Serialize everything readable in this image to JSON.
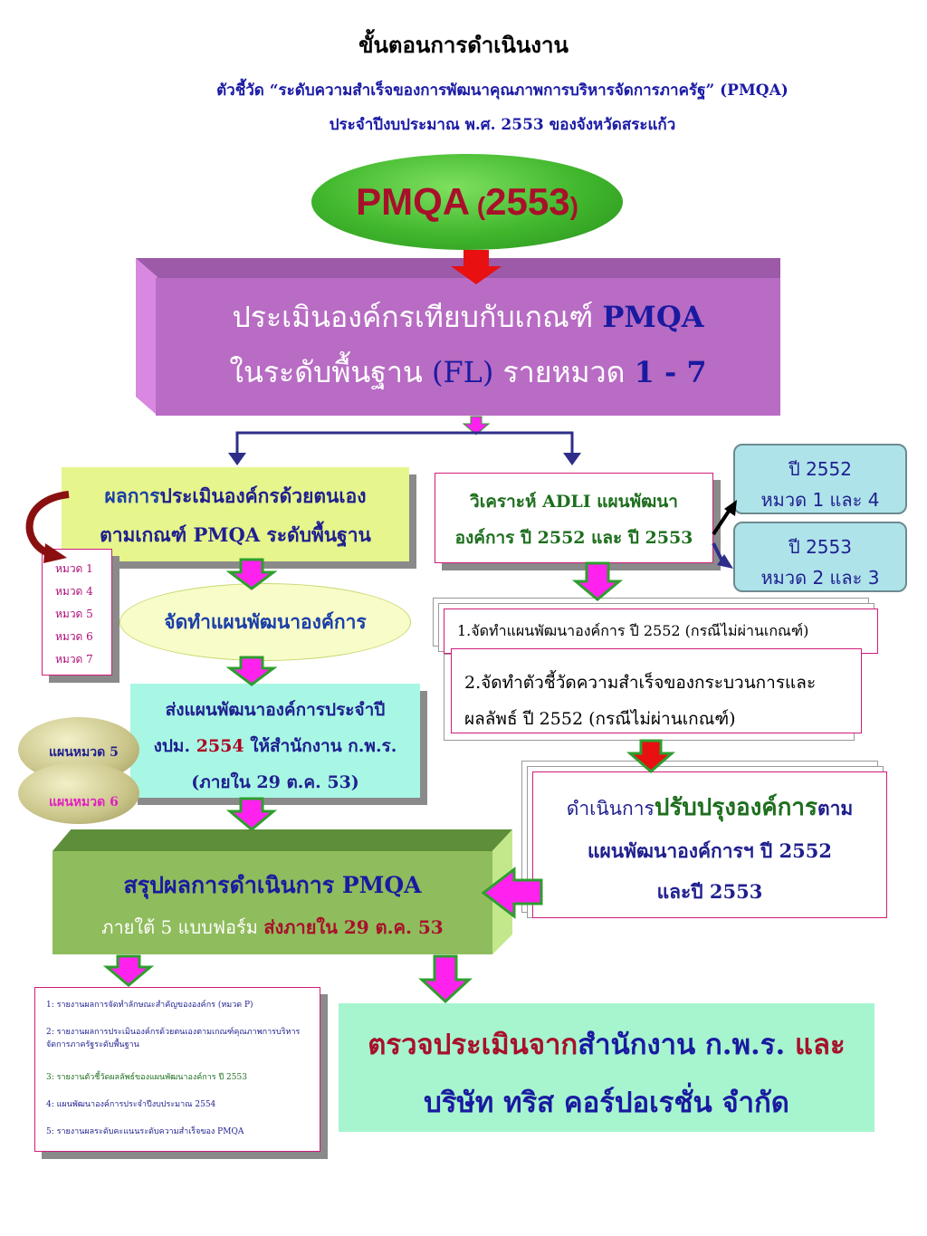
{
  "header": {
    "title": "ขั้นตอนการดำเนินงาน",
    "subtitle1": "ตัวชี้วัด “ระดับความสำเร็จของการพัฒนาคุณภาพการบริหารจัดการภาครัฐ” (PMQA)",
    "subtitle2": "ประจำปีงบประมาณ พ.ศ. 2553 ของจังหวัดสระแก้ว"
  },
  "oval": {
    "pmqa": "PMQA",
    "open": " (",
    "year": "2553",
    "close": ")"
  },
  "assess": {
    "line1": "ประเมินองค์กรเทียบกับเกณฑ์ ",
    "line1_em": "PMQA",
    "line2_a": "ในระดับพื้นฐาน ",
    "line2_fl": "(FL)",
    "line2_b": " รายหมวด ",
    "line2_num": "1 - 7"
  },
  "selfassess": {
    "em": "ผลการ",
    "line1": "ประเมินองค์กรด้วยตนเอง",
    "line2": "ตามเกณฑ์ PMQA ระดับพื้นฐาน"
  },
  "categories": [
    "หมวด 1",
    "หมวด 4",
    "หมวด 5",
    "หมวด 6",
    "หมวด 7"
  ],
  "plan_oval": "จัดทำแผนพัฒนาองค์การ",
  "send": {
    "line1": "ส่งแผนพัฒนาองค์การประจำปี",
    "line2_a": "งปม. ",
    "line2_year": "2554",
    "line2_b": "  ให้สำนักงาน ก.พ.ร.",
    "line3": "(ภายใน 29 ต.ค. 53)"
  },
  "discs": [
    "แผนหมวด 5",
    "แผนหมวด 6"
  ],
  "adli": {
    "line1": "วิเคราะห์ ADLI  แผนพัฒนา",
    "line2": "องค์การ ปี 2552 และ ปี 2553"
  },
  "years": [
    {
      "year": "ปี 2552",
      "cats": "หมวด 1 และ 4"
    },
    {
      "year": "ปี 2553",
      "cats": "หมวด 2 และ 3"
    }
  ],
  "step1": "1.จัดทำแผนพัฒนาองค์การ ปี 2552 (กรณีไม่ผ่านเกณฑ์)",
  "step2": {
    "line1": "2.จัดทำตัวชี้วัดความสำเร็จของกระบวนการและ",
    "line2": "ผลลัพธ์  ปี 2552 (กรณีไม่ผ่านเกณฑ์)"
  },
  "improve": {
    "a": "ดำเนินการ",
    "b": "ปรับปรุงองค์การ",
    "c": "ตาม",
    "line2": "แผนพัฒนาองค์การฯ  ปี 2552",
    "line3": "และปี 2553"
  },
  "summary": {
    "line1": "สรุปผลการดำเนินการ PMQA",
    "line2_a": "ภายใต้ 5 แบบฟอร์ม ",
    "line2_b": "ส่งภายใน  29 ต.ค. 53"
  },
  "reports": [
    "1: รายงานผลการจัดทำลักษณะสำคัญขององค์กร  (หมวด  P)",
    "2: รายงานผลการประเมินองค์กรด้วยตนเองตามเกณฑ์คุณภาพการบริหารจัดการภาครัฐระดับพื้นฐาน",
    "3: รายงานตัวชี้วัดผลลัพธ์ของแผนพัฒนาองค์การ ปี 2553",
    "4: แผนพัฒนาองค์การประจำปีงบประมาณ 2554",
    "5: รายงานผลระดับคะแนนระดับความสำเร็จของ PMQA"
  ],
  "audit": {
    "a": "ตรวจประเมินจาก",
    "b": "สำนักงาน ก.พ.ร. ",
    "c": "และ",
    "line2": "บริษัท ทริส คอร์ปอเรชั่น จำกัด"
  },
  "colors": {
    "oval_green": "#3fb62c",
    "purple_box": "#b86cc4",
    "lime_box": "#e6f58c",
    "aqua_box": "#a8f7e4",
    "olive_box": "#8fbc5c",
    "mint_box": "#a6f5cf",
    "arrow_magenta": "#ff22ee",
    "arrow_red": "#e81010",
    "arrow_green": "#2e9e2e",
    "connector_navy": "#2e2e8a"
  }
}
